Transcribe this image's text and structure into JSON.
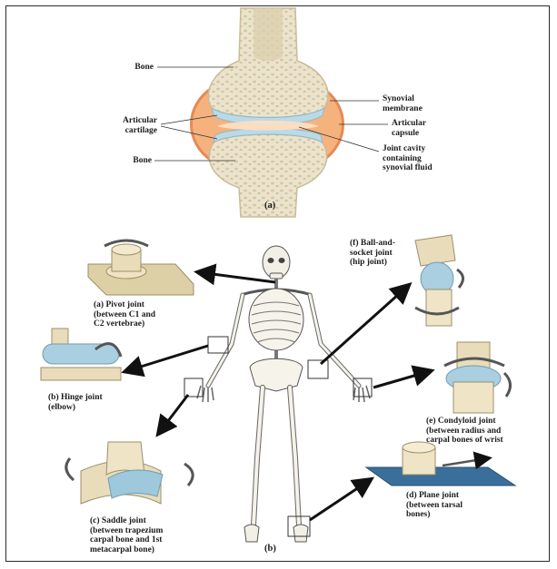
{
  "panel_a": {
    "caption": "(a)",
    "labels": {
      "bone_top": "Bone",
      "articular_cartilage": [
        "Articular",
        "cartilage"
      ],
      "bone_bottom": "Bone",
      "synovial_membrane": [
        "Synovial",
        "membrane"
      ],
      "articular_capsule": [
        "Articular",
        "capsule"
      ],
      "joint_cavity": [
        "Joint cavity",
        "containing",
        "synovial fluid"
      ]
    }
  },
  "panel_b": {
    "caption": "(b)",
    "joints": {
      "pivot": [
        "(a) Pivot joint",
        "(between C1 and",
        "C2 vertebrae)"
      ],
      "hinge": [
        "(b) Hinge joint",
        "(elbow)"
      ],
      "saddle": [
        "(c) Saddle joint",
        "(between trapezium",
        "carpal bone and 1st",
        "metacarpal bone)"
      ],
      "plane": [
        "(d) Plane joint",
        "(between tarsal",
        "bones)"
      ],
      "condyloid": [
        "(e) Condyloid joint",
        "(between radius and",
        "carpal bones of wrist"
      ],
      "ball_socket": [
        "(f) Ball-and-",
        "socket joint",
        "(hip joint)"
      ]
    }
  },
  "colors": {
    "bone": "#ece3cc",
    "bone_spongy": "#d9cfb3",
    "cartilage": "#bfdbe6",
    "capsule": "#f2a772",
    "membrane": "#e07a4f",
    "joint_model": "#e7d9b5",
    "joint_blue": "#9ec8dc",
    "plane_base": "#3a6f9b"
  }
}
